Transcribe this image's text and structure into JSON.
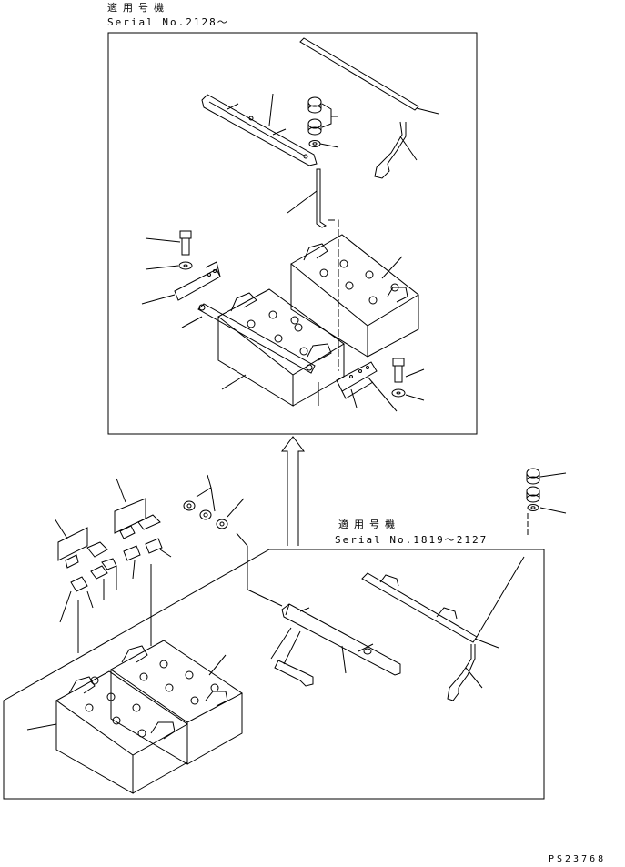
{
  "top_view": {
    "applicable_label": "適用号機",
    "serial_label": "Serial No.2128～"
  },
  "bottom_view": {
    "applicable_label": "適用号機",
    "serial_label": "Serial No.1819～2127"
  },
  "figure_code": "PS23768"
}
